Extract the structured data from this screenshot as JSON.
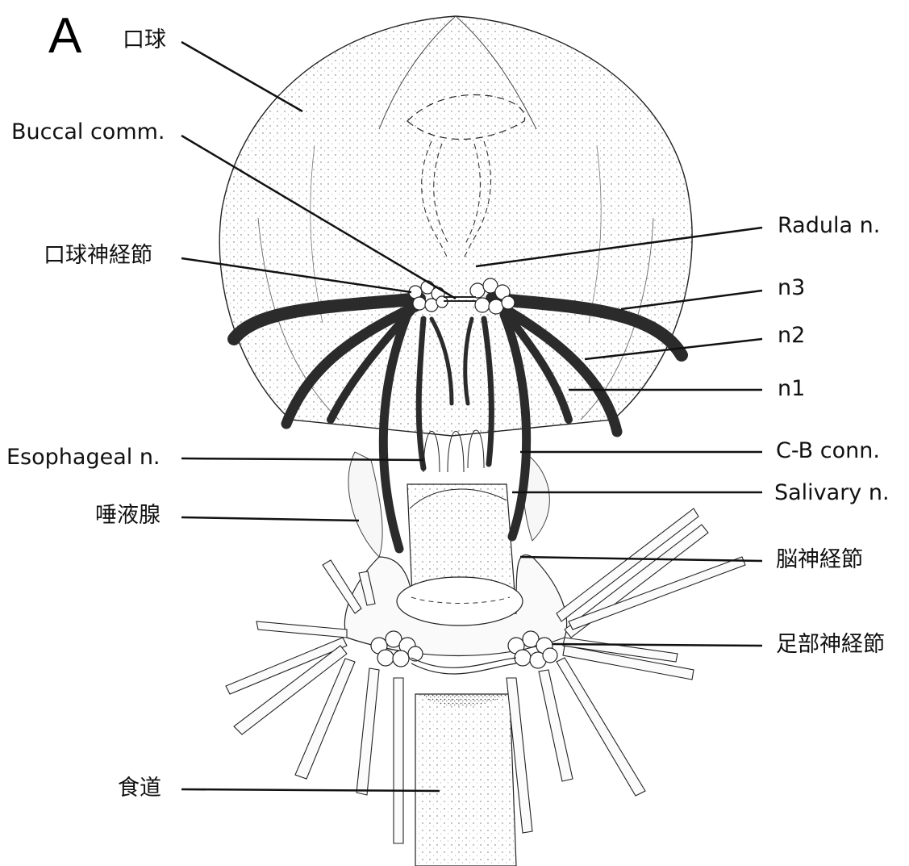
{
  "panel_letter": "A",
  "labels": {
    "buccal_mass": "口球",
    "buccal_comm": "Buccal comm.",
    "buccal_ganglion": "口球神経節",
    "radula_n": "Radula n.",
    "n3": "n3",
    "n2": "n2",
    "n1": "n1",
    "esophageal_n": "Esophageal n.",
    "cb_conn": "C-B conn.",
    "salivary_n": "Salivary n.",
    "salivary_gland": "唾液腺",
    "cerebral_ganglion": "脳神経節",
    "pedal_ganglion": "足部神経節",
    "esophagus": "食道"
  },
  "colors": {
    "ink": "#111111",
    "nerve": "#2b2b2b",
    "tissue": "#f4f4f4"
  }
}
